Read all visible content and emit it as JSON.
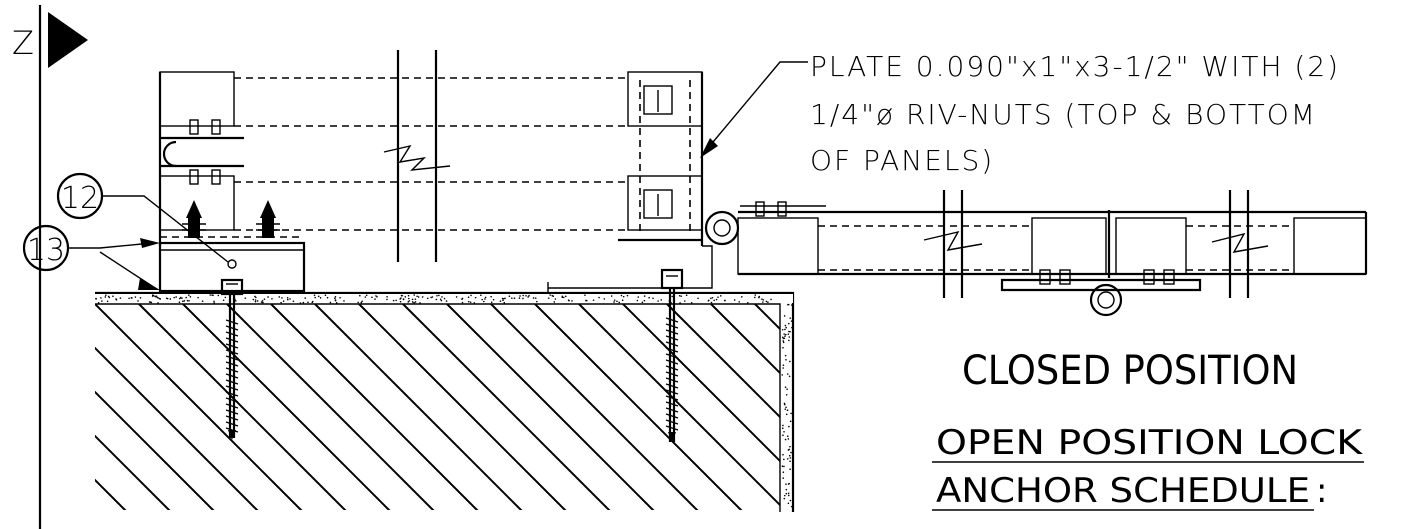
{
  "axis": {
    "label": "Z"
  },
  "note": {
    "lines": [
      "PLATE 0.090\"x1\"x3-1/2\" WITH (2)",
      "1/4\"ø RIV-NUTS (TOP & BOTTOM",
      "OF PANELS)"
    ]
  },
  "callouts": [
    {
      "id": "callout-12",
      "number": "12"
    },
    {
      "id": "callout-13",
      "number": "13"
    }
  ],
  "closed_title": "CLOSED POSITION",
  "schedule": {
    "line1": "OPEN POSITION LOCK",
    "line2_underlined": "ANCHOR SCHEDULE",
    "line2_suffix": ":"
  }
}
